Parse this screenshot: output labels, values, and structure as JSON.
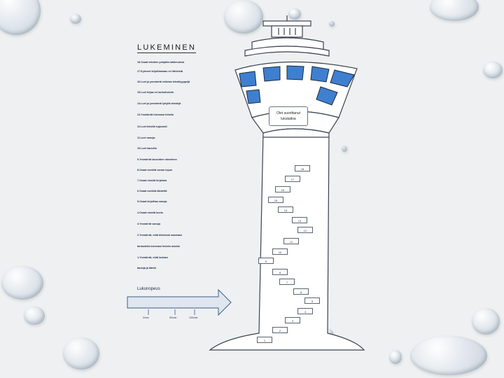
{
  "title": "LUKEMINEN",
  "levels": [
    "18.Osaat tekstien pohjalta tutkimuksia",
    "17.Kykenet kirjoittamaan eri lähteistä",
    "16.Luet ja ymmärrät erilaisia tekstityyppejä",
    "15.Luet kirjaa eri tarkoituksiin",
    "14.Luet ja ymmärrät lyhyitä tekstejä",
    "13.Ymmärrät lukemasi tekstin",
    "12.Luet tekstiä sujuvasti",
    "11.Luet sanoja",
    "10.Luet lauseita",
    "9.Ymmärrät lauseiden rakenteen",
    "8.Osaat merkitä sanan lopun",
    "7.Osaat nimetä kirjaimia",
    "6.Osaat merkitä äänteitä",
    "5.Osaat kirjoittaa sanoja",
    "4.Osaat nimetä kuvia",
    "3.Ymmärrät sanoja",
    "2.Ymmärrät, mitä tekstissä sanotaan",
    "tarkastella lukemasi tekstin asioita",
    "1.Ymmärrät, mitä luetaan",
    "tauluja ja ääntä"
  ],
  "speed": {
    "label": "Lukunopeus",
    "ticks": [
      "0/min",
      "50/min",
      "100/min"
    ]
  },
  "badge": {
    "line1": "Olet suorittanut",
    "line2": "lukutaitoa"
  },
  "steps": [
    "18",
    "17",
    "16",
    "15",
    "14",
    "13",
    "12",
    "11",
    "10",
    "9",
    "8",
    "7",
    "6",
    "5",
    "4",
    "3",
    "2",
    "1"
  ],
  "colors": {
    "window_blue": "#3f7fd0",
    "tower_stroke": "#3a4350",
    "arrow_fill": "#dfe6ef",
    "text": "#1f2d4a"
  }
}
